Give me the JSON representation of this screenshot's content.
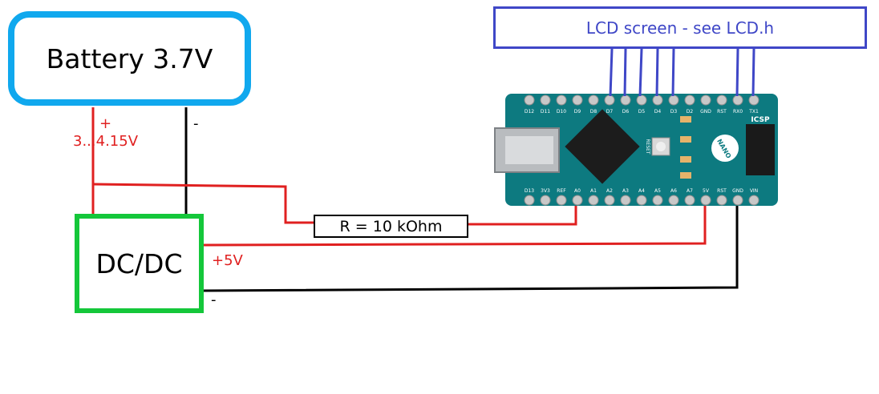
{
  "battery": {
    "label": "Battery 3.7V",
    "plus": "+",
    "range": "3...4.15V",
    "minus": "-"
  },
  "dcdc": {
    "label": "DC/DC",
    "out_plus": "+5V",
    "out_minus": "-"
  },
  "lcd": {
    "label": "LCD screen - see LCD.h"
  },
  "resistor": {
    "label": "R = 10 kOhm"
  },
  "board": {
    "name": "NANO",
    "top_pins": [
      "D12",
      "D11",
      "D10",
      "D9",
      "D8",
      "D7",
      "D6",
      "D5",
      "D4",
      "D3",
      "D2",
      "GND",
      "RST",
      "RX0",
      "TX1"
    ],
    "bottom_pins": [
      "D13",
      "3V3",
      "REF",
      "A0",
      "A1",
      "A2",
      "A3",
      "A4",
      "A5",
      "A6",
      "A7",
      "5V",
      "RST",
      "GND",
      "VIN"
    ],
    "icsp": "ICSP",
    "reset": "RESET"
  },
  "colors": {
    "wire_positive": "#e02020",
    "wire_ground": "#000000",
    "lcd_wires": "#3f47c7",
    "battery_border": "#10a8ee",
    "dcdc_border": "#14c73a",
    "pcb": "#0d7a80"
  }
}
